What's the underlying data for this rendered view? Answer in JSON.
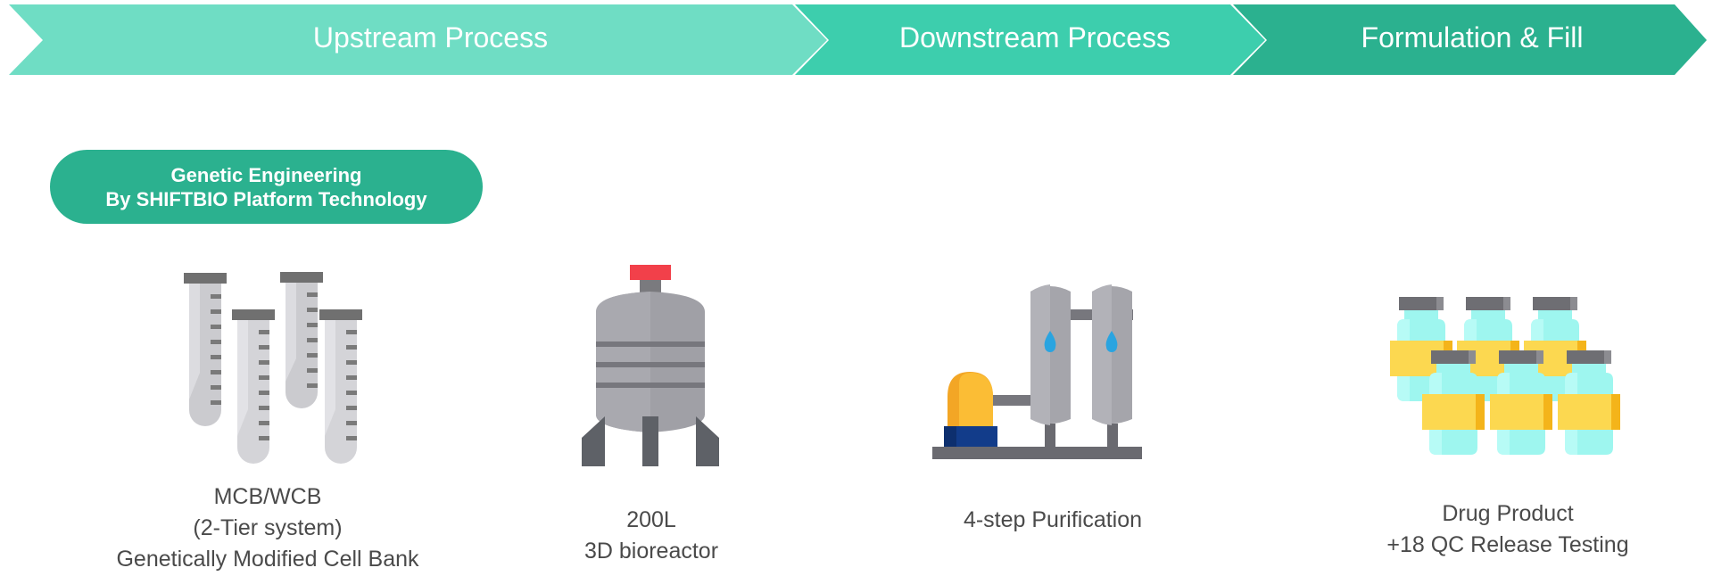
{
  "stages": [
    {
      "label": "Upstream Process",
      "color": "#6fddc4"
    },
    {
      "label": "Downstream Process",
      "color": "#3dcead"
    },
    {
      "label": "Formulation & Fill",
      "color": "#2bb18f"
    }
  ],
  "badge": {
    "line1": "Genetic Engineering",
    "line2": "By SHIFTBIO Platform Technology"
  },
  "steps": [
    {
      "icon": "test-tubes-icon",
      "lines": [
        "MCB/WCB",
        "(2-Tier system)",
        "Genetically Modified Cell Bank"
      ]
    },
    {
      "icon": "bioreactor-icon",
      "lines": [
        "200L",
        "3D bioreactor"
      ]
    },
    {
      "icon": "purification-system-icon",
      "lines": [
        "4-step Purification"
      ]
    },
    {
      "icon": "vials-icon",
      "lines": [
        "Drug Product",
        "+18 QC Release Testing"
      ]
    }
  ]
}
